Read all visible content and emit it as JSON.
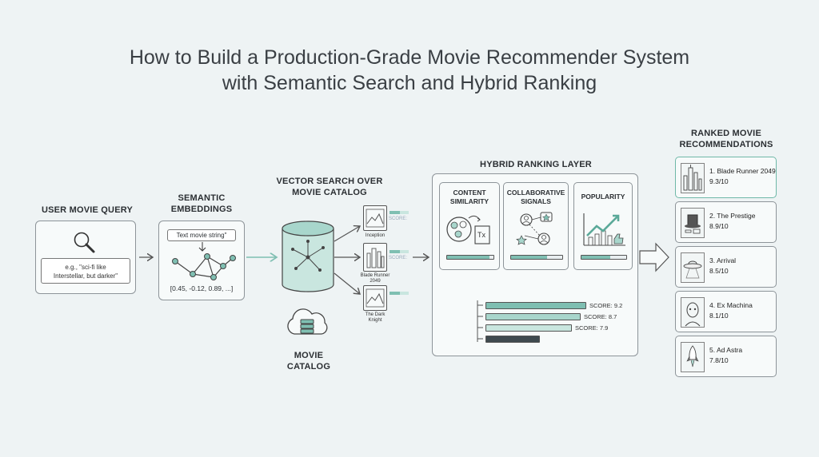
{
  "title": {
    "line1": "How to Build a Production-Grade Movie Recommender System",
    "line2": "with Semantic Search and Hybrid Ranking"
  },
  "user_query": {
    "heading": "USER MOVIE QUERY",
    "example_line1": "e.g., \"sci-fi like",
    "example_line2": "Interstellar, but darker\""
  },
  "embeddings": {
    "heading_line1": "SEMANTIC",
    "heading_line2": "EMBEDDINGS",
    "input_text": "Text movie string\"",
    "vector": "[0.45, -0.12, 0.89, ...]"
  },
  "vector_search": {
    "heading_line1": "VECTOR SEARCH OVER",
    "heading_line2": "MOVIE CATALOG",
    "catalog_line1": "MOVIE",
    "catalog_line2": "CATALOG",
    "results": [
      {
        "title_line1": "Inception",
        "title_line2": "",
        "score_label": "SCORE:",
        "score_fill": 0.55
      },
      {
        "title_line1": "Blade Runner",
        "title_line2": "2049",
        "score_label": "SCORE:",
        "score_fill": 0.55
      },
      {
        "title_line1": "The Dark",
        "title_line2": "Knight",
        "score_label": "",
        "score_fill": 0.55
      }
    ]
  },
  "hybrid": {
    "heading": "HYBRID RANKING LAYER",
    "content": {
      "line1": "CONTENT",
      "line2": "SIMILARITY",
      "level": 0.92
    },
    "collab": {
      "line1": "COLLABORATIVE",
      "line2": "SIGNALS",
      "level": 0.7
    },
    "popularity": {
      "line1": "POPULARITY",
      "line2": "",
      "level": 0.65
    },
    "scores": [
      {
        "label": "SCORE: 9.2",
        "value": 9.2
      },
      {
        "label": "SCORE: 8.7",
        "value": 8.7
      },
      {
        "label": "SCORE: 7.9",
        "value": 7.9
      },
      {
        "label": "",
        "value": 5.0
      }
    ]
  },
  "recommendations": {
    "heading_line1": "RANKED MOVIE",
    "heading_line2": "RECOMMENDATIONS",
    "items": [
      {
        "name": "1. Blade Runner 2049",
        "rating": "9.3/10",
        "icon": "city-skyline-icon"
      },
      {
        "name": "2. The Prestige",
        "rating": "8.9/10",
        "icon": "top-hat-icon"
      },
      {
        "name": "3. Arrival",
        "rating": "8.5/10",
        "icon": "ufo-icon"
      },
      {
        "name": "4. Ex Machina",
        "rating": "8.1/10",
        "icon": "robot-face-icon"
      },
      {
        "name": "5. Ad Astra",
        "rating": "7.8/10",
        "icon": "rocket-icon"
      }
    ]
  },
  "colors": {
    "accent": "#7fbfb2",
    "accent_light": "#a8d6cc",
    "accent_lighter": "#c9e6df",
    "dark_bar": "#3f4a4f",
    "highlight_border": "#6fb8a8",
    "background": "#eef3f4"
  }
}
